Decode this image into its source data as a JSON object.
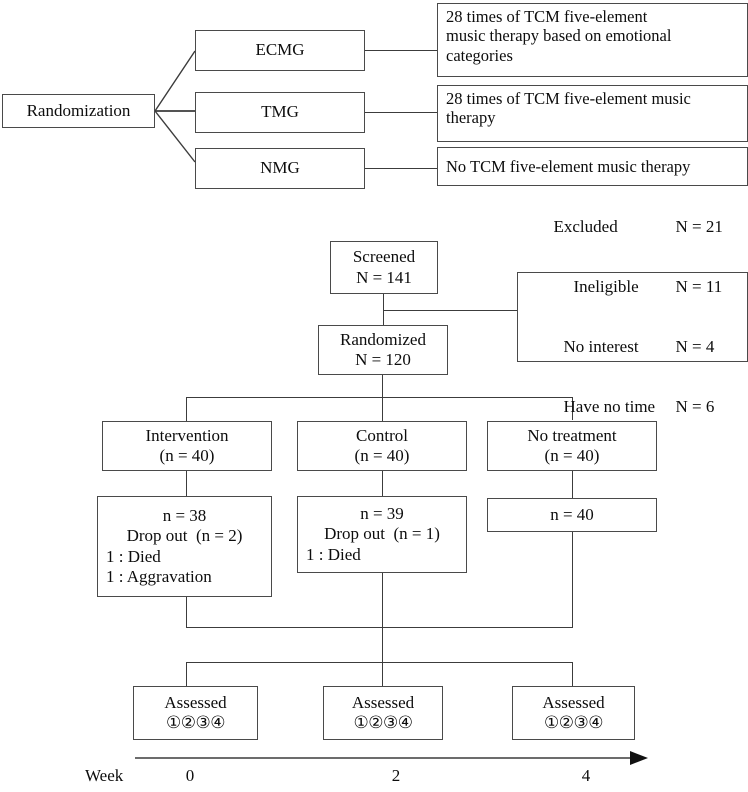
{
  "figure": {
    "type": "flowchart",
    "description": "Randomization arm diagram and CONSORT-style participant flow diagram"
  },
  "arm_diagram": {
    "root": {
      "label": "Randomization"
    },
    "groups": [
      {
        "code": "ECMG",
        "detail": "28 times of TCM five-element\nmusic therapy based on emotional\ncategories"
      },
      {
        "code": "TMG",
        "detail": "28 times of TCM five-element music\ntherapy"
      },
      {
        "code": "NMG",
        "detail": "No TCM five-element music therapy"
      }
    ]
  },
  "flow_diagram": {
    "screened": {
      "title": "Screened",
      "count": "N = 141"
    },
    "randomized": {
      "title": "Randomized",
      "count": "N = 120"
    },
    "excluded": {
      "rows": [
        {
          "label": "Excluded",
          "value": "N = 21"
        },
        {
          "label": "Ineligible",
          "value": "N = 11"
        },
        {
          "label": "No interest",
          "value": "N = 4"
        },
        {
          "label": "Have no time",
          "value": "N = 6"
        }
      ]
    },
    "arms": [
      {
        "title": "Intervention",
        "n": "(n = 40)",
        "followup": [
          "n = 38",
          "Drop out  (n = 2)",
          "1 : Died",
          "1 : Aggravation"
        ]
      },
      {
        "title": "Control",
        "n": "(n = 40)",
        "followup": [
          "n = 39",
          "Drop out  (n = 1)",
          "1 : Died"
        ]
      },
      {
        "title": "No treatment",
        "n": "(n = 40)",
        "followup": [
          "n = 40"
        ]
      }
    ],
    "assessed": [
      {
        "title": "Assessed",
        "items": "①②③④"
      },
      {
        "title": "Assessed",
        "items": "①②③④"
      },
      {
        "title": "Assessed",
        "items": "①②③④"
      }
    ],
    "timeline": {
      "axis_label": "Week",
      "ticks": [
        "0",
        "2",
        "4"
      ]
    }
  },
  "colors": {
    "stroke": "#4a4a4a",
    "text": "#0d0d0d",
    "background": "#ffffff"
  }
}
